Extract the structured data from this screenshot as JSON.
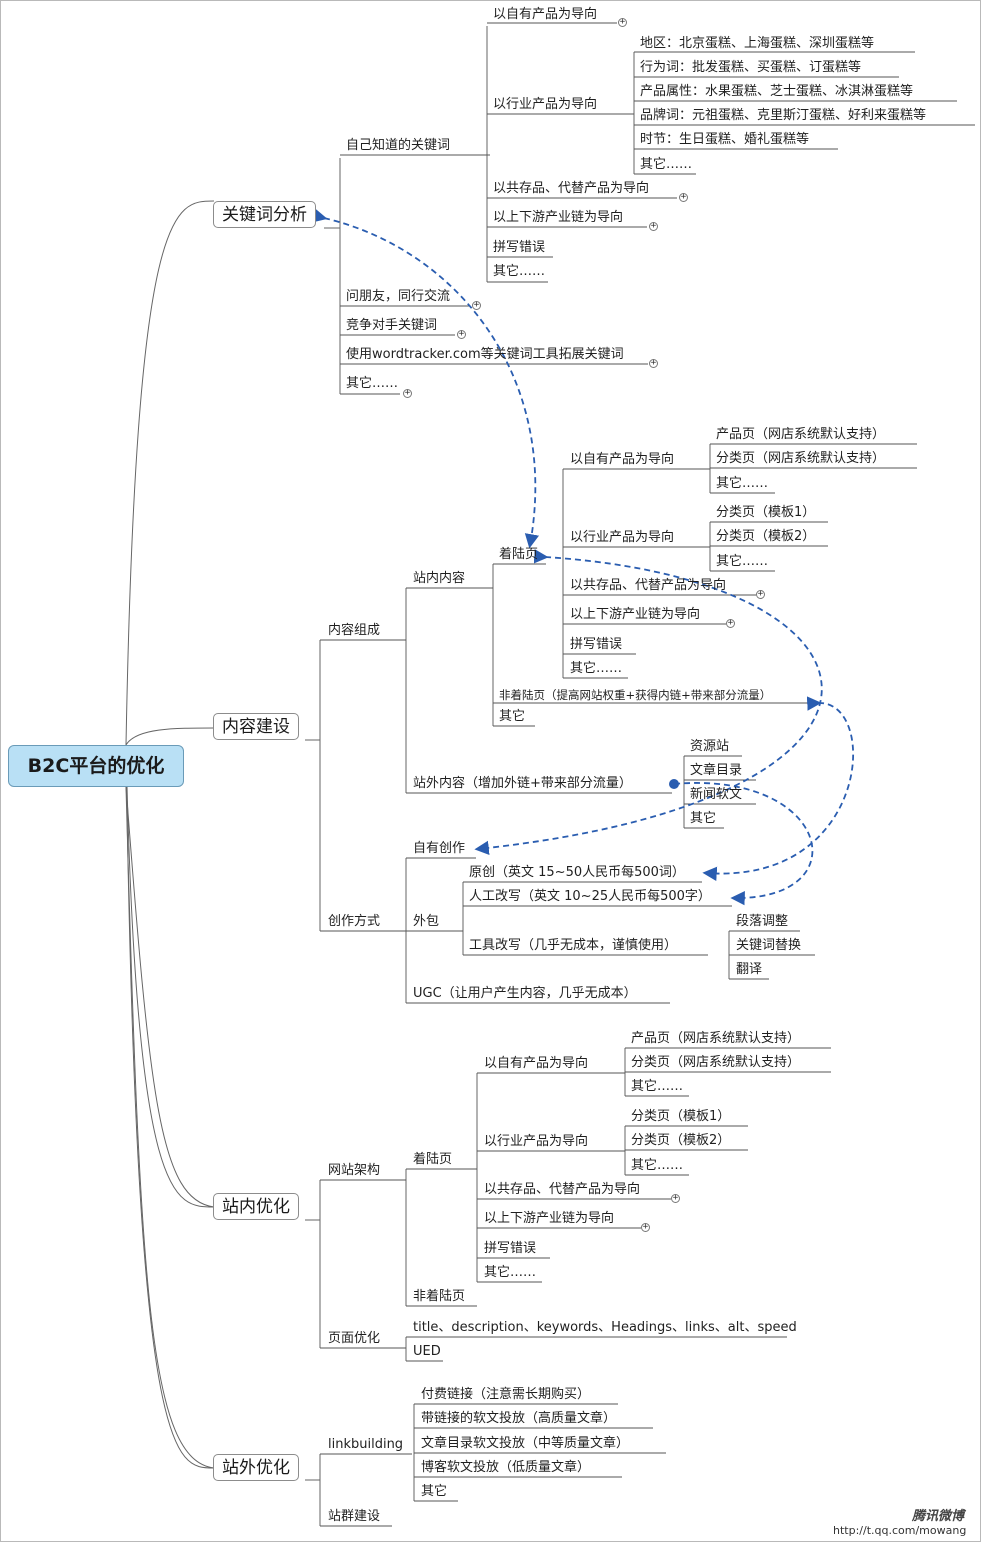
{
  "central": "B2C平台的优化",
  "watermark": {
    "logo": "腾讯微博",
    "url": "http://t.qq.com/mowang"
  },
  "colors": {
    "central_fill": "#b9e0f5",
    "line": "#666666",
    "dash": "#2a5db0"
  },
  "topics": {
    "kw": "关键词分析",
    "content": "内容建设",
    "onsite": "站内优化",
    "offsite": "站外优化"
  },
  "kw": {
    "known": "自己知道的关键词",
    "own": "以自有产品为导向",
    "industry": "以行业产品为导向",
    "ind_items": [
      "地区：北京蛋糕、上海蛋糕、深圳蛋糕等",
      "行为词：批发蛋糕、买蛋糕、订蛋糕等",
      "产品属性：水果蛋糕、芝士蛋糕、冰淇淋蛋糕等",
      "品牌词：元祖蛋糕、克里斯汀蛋糕、好利来蛋糕等",
      "时节：生日蛋糕、婚礼蛋糕等",
      "其它……"
    ],
    "co": "以共存品、代替产品为导向",
    "chain": "以上下游产业链为导向",
    "typo": "拼写错误",
    "other": "其它……",
    "friends": "问朋友，同行交流",
    "comp": "竞争对手关键词",
    "tool": "使用wordtracker.com等关键词工具拓展关键词",
    "other2": "其它……"
  },
  "content": {
    "composition": "内容组成",
    "onsite": "站内内容",
    "landing": "着陆页",
    "own": "以自有产品为导向",
    "own_items": [
      "产品页（网店系统默认支持）",
      "分类页（网店系统默认支持）",
      "其它……"
    ],
    "industry": "以行业产品为导向",
    "ind_items": [
      "分类页（模板1）",
      "分类页（模板2）",
      "其它……"
    ],
    "co": "以共存品、代替产品为导向",
    "chain": "以上下游产业链为导向",
    "typo": "拼写错误",
    "other": "其它……",
    "nonlanding": "非着陆页（提高网站权重+获得内链+带来部分流量）",
    "other2": "其它",
    "offsite": "站外内容（增加外链+带来部分流量）",
    "off_items": [
      "资源站",
      "文章目录",
      "新闻软文",
      "其它"
    ],
    "creation": "创作方式",
    "self": "自有创作",
    "outsource": "外包",
    "original": "原创（英文 15~50人民币每500词）",
    "manual": "人工改写（英文 10~25人民币每500字）",
    "toolrw": "工具改写（几乎无成本，谨慎使用）",
    "tool_items": [
      "段落调整",
      "关键词替换",
      "翻译"
    ],
    "ugc": "UGC（让用户产生内容，几乎无成本）"
  },
  "onsite": {
    "arch": "网站架构",
    "landing": "着陆页",
    "own": "以自有产品为导向",
    "own_items": [
      "产品页（网店系统默认支持）",
      "分类页（网店系统默认支持）",
      "其它……"
    ],
    "industry": "以行业产品为导向",
    "ind_items": [
      "分类页（模板1）",
      "分类页（模板2）",
      "其它……"
    ],
    "co": "以共存品、代替产品为导向",
    "chain": "以上下游产业链为导向",
    "typo": "拼写错误",
    "other": "其它……",
    "nonlanding": "非着陆页",
    "page": "页面优化",
    "tags": "title、description、keywords、Headings、links、alt、speed",
    "ued": "UED"
  },
  "offsite": {
    "lb": "linkbuilding",
    "lb_items": [
      "付费链接（注意需长期购买）",
      "带链接的软文投放（高质量文章）",
      "文章目录软文投放（中等质量文章）",
      "博客软文投放（低质量文章）",
      "其它"
    ],
    "cluster": "站群建设"
  }
}
